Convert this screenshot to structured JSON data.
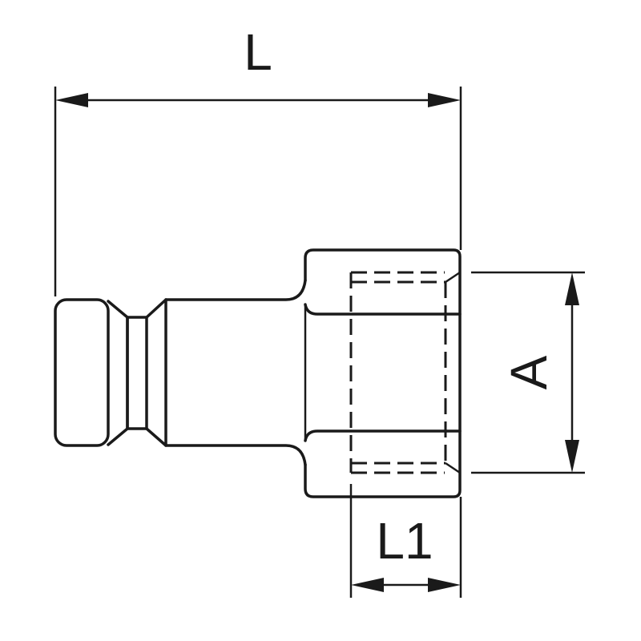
{
  "drawing": {
    "dimensions": {
      "length_label": "L",
      "thread_length_label": "L1",
      "thread_size_label": "A"
    },
    "line_color": "#1a1a1a",
    "background_color": "#ffffff"
  }
}
